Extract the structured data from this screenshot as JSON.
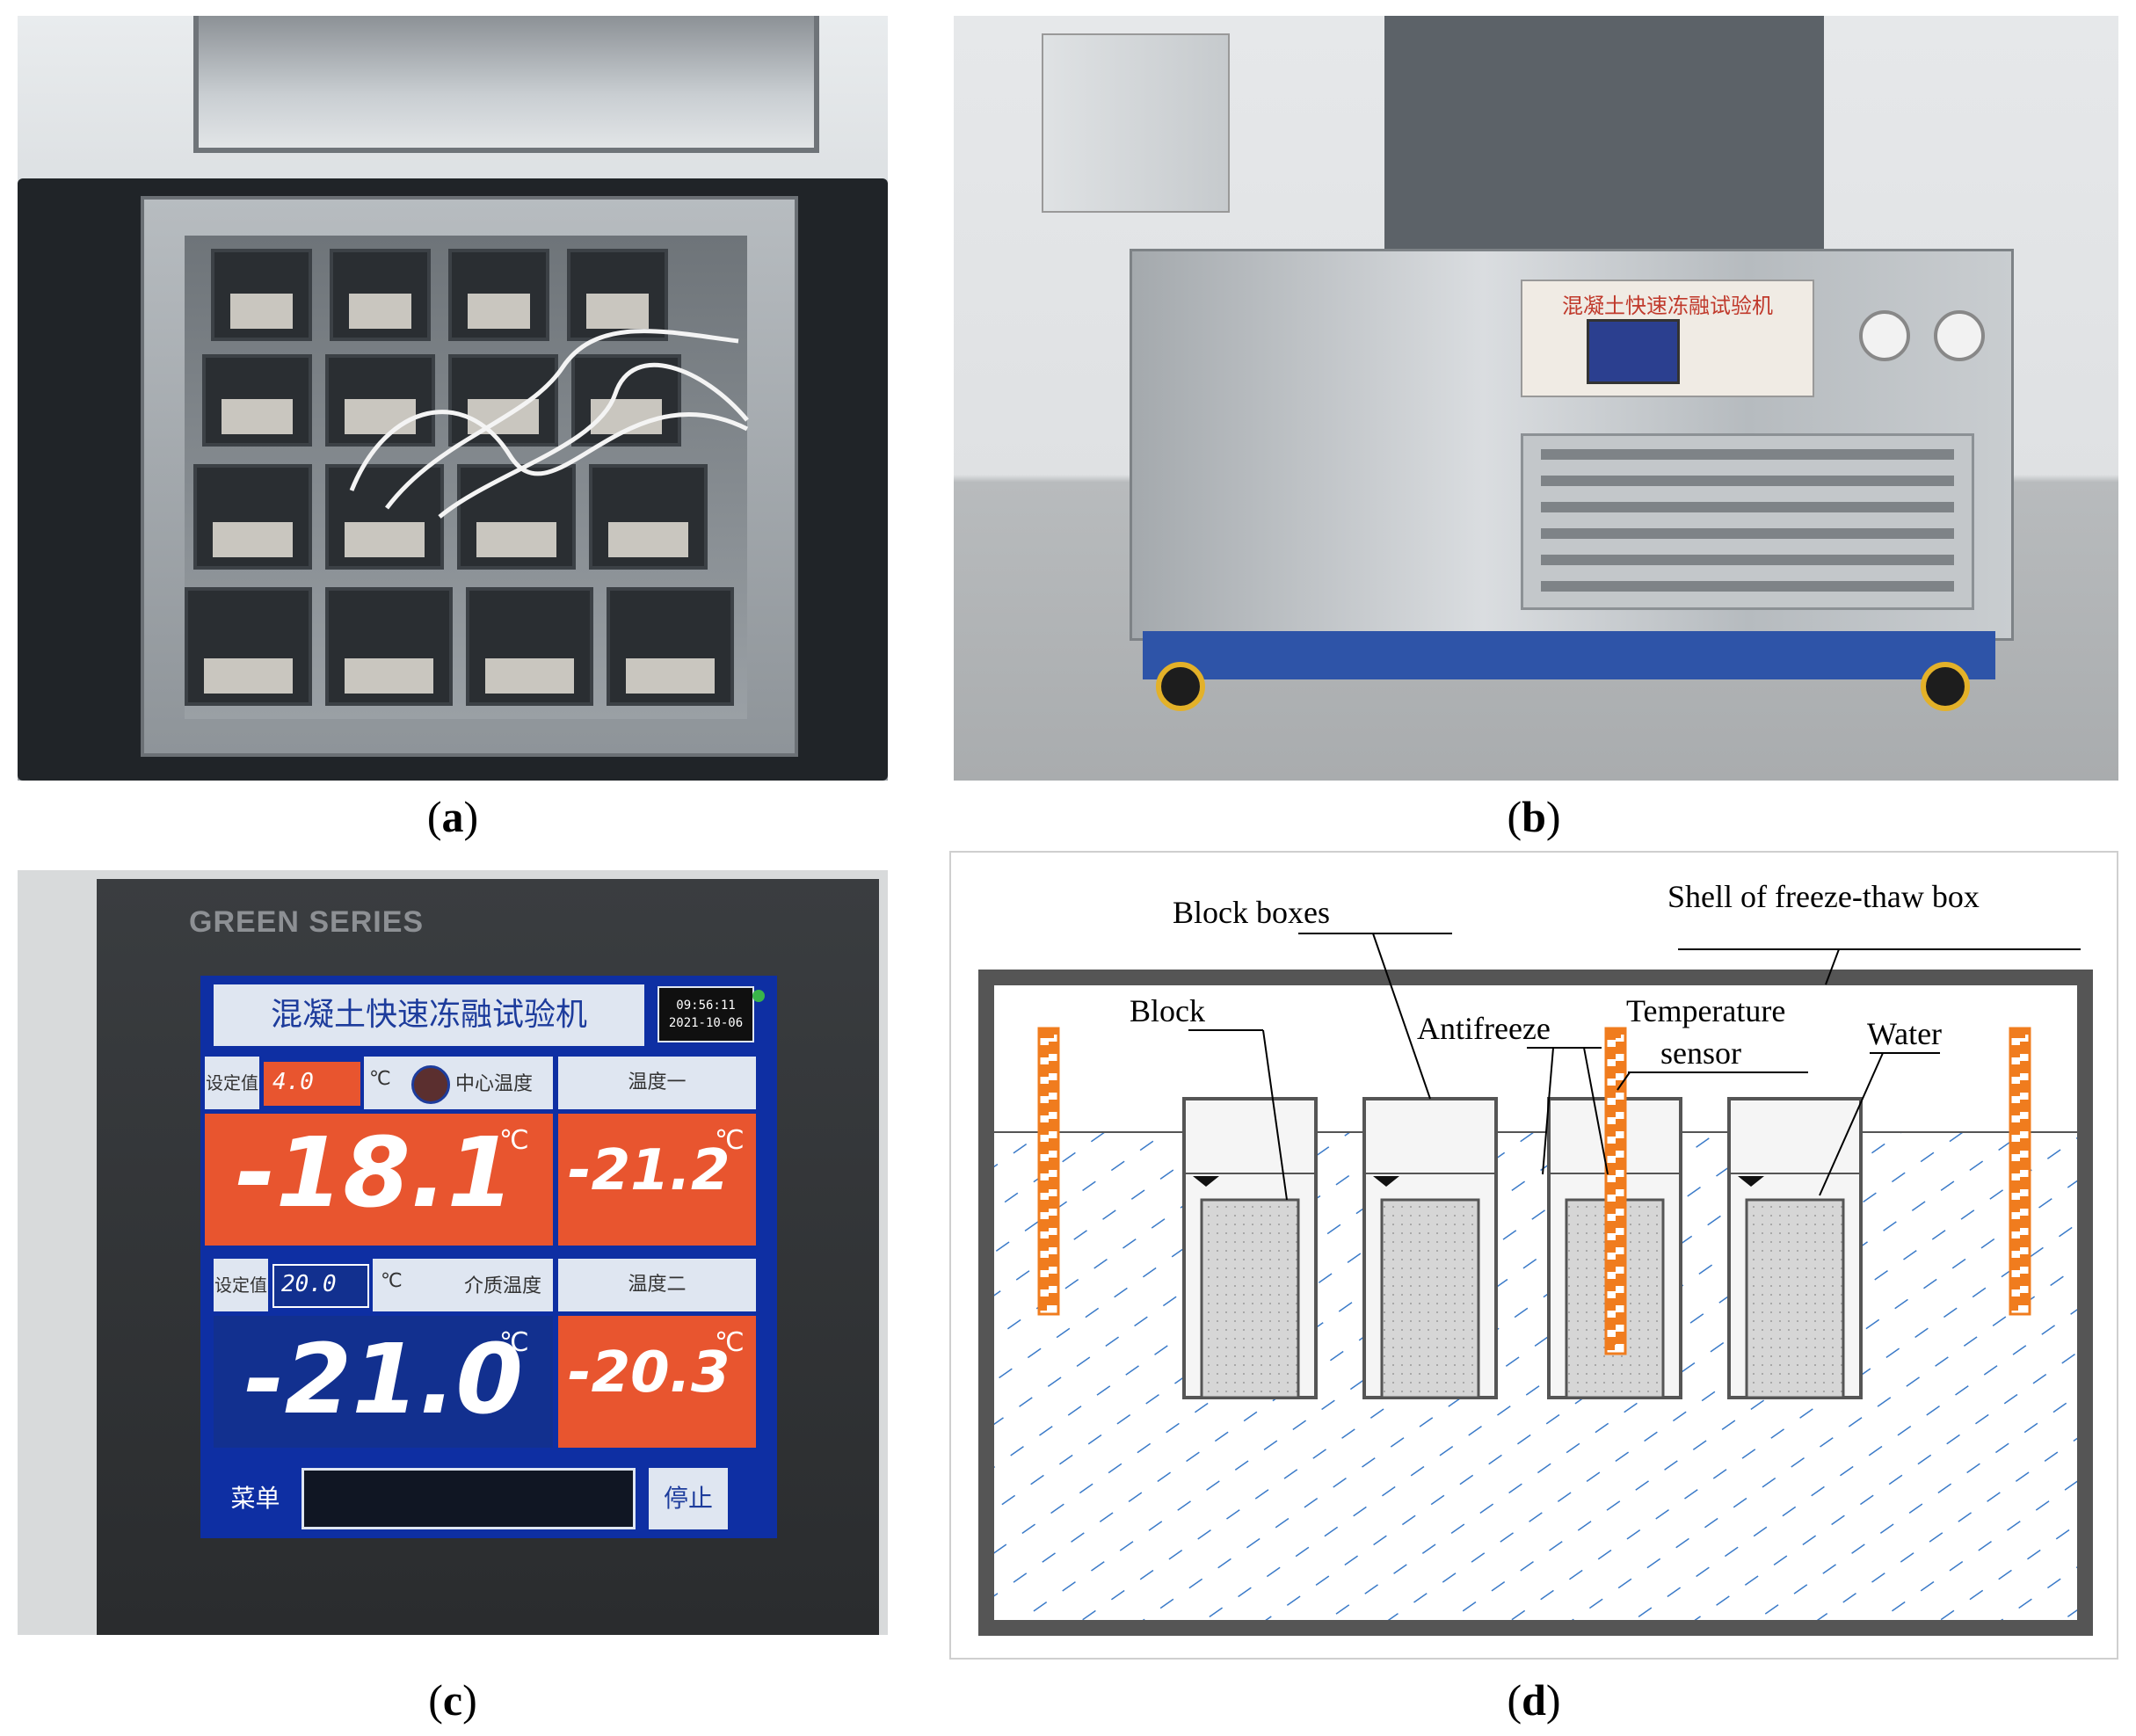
{
  "captions": {
    "a": "a",
    "b": "b",
    "c": "c",
    "d": "d"
  },
  "panel_b": {
    "label": "混凝土快速冻融试验机"
  },
  "panel_c": {
    "brand": "GREEN SERIES",
    "title": "混凝土快速冻融试验机",
    "clock_time": "09:56:11",
    "clock_date": "2021-10-06",
    "set_label_1": "设定值",
    "set_value_1": "4.0",
    "unit_small_1": "℃",
    "center_temp_label": "中心温度",
    "temp1_label": "温度一",
    "big_value_1": "-18.1",
    "unit_1": "℃",
    "temp1_value": "-21.2",
    "unit_2": "℃",
    "set_label_2": "设定值",
    "set_value_2": "20.0",
    "unit_small_2": "℃",
    "medium_temp_label": "介质温度",
    "temp2_label": "温度二",
    "big_value_2": "-21.0",
    "unit_3": "℃",
    "temp2_value": "-20.3",
    "unit_4": "℃",
    "menu_button": "菜单",
    "stop_button": "停止"
  },
  "panel_d": {
    "labels": {
      "block_boxes": "Block boxes",
      "shell": "Shell of freeze-thaw box",
      "block": "Block",
      "antifreeze": "Antifreeze",
      "temperature": "Temperature",
      "sensor": "sensor",
      "water": "Water"
    },
    "colors": {
      "shell": "#555555",
      "water_hatch": "#3a7ac8",
      "sensor": "#f07c1e",
      "block": "#d4d4d4"
    }
  }
}
